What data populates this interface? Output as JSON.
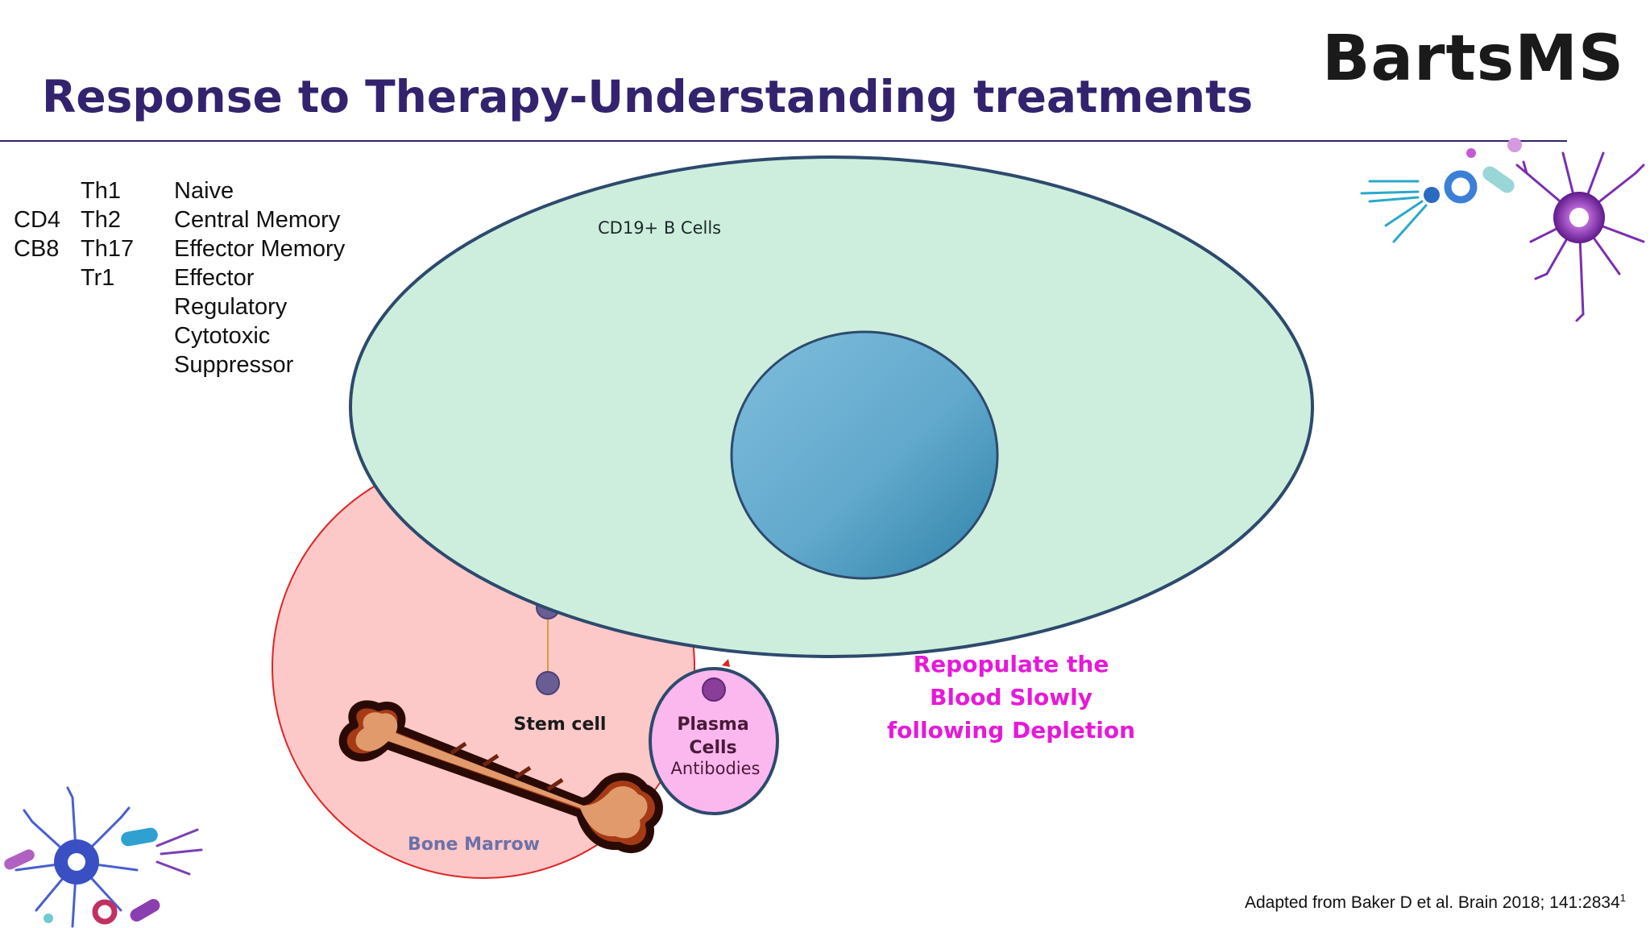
{
  "logo": "BartsMS",
  "title": "Response to Therapy-Understanding treatments",
  "cell_types": {
    "col1": [
      "",
      "CD4",
      "CB8",
      ""
    ],
    "col2": [
      "Th1",
      "Th2",
      "Th17",
      "Tr1"
    ],
    "col3": [
      "Naive",
      "Central Memory",
      "Effector Memory",
      "Effector",
      "Regulatory",
      "Cytotoxic",
      "Suppressor"
    ]
  },
  "diagram": {
    "b_cells_label": "CD19+ B  Cells",
    "stem_cell_label": "Stem cell",
    "plasma_label_1": "Plasma",
    "plasma_label_2": "Cells",
    "antibodies_label": "Antibodies",
    "bone_marrow_label": "Bone Marrow",
    "repopulate_lines": [
      "Repopulate the",
      "Blood Slowly",
      "following Depletion"
    ]
  },
  "citation": {
    "text": "Adapted from Baker D et al. Brain 2018; 141:2834",
    "sup": "1"
  },
  "colors": {
    "title": "#33236e",
    "b_cell_fill": "#cdeedd",
    "nucleus": "#4a98bd",
    "bone_marrow_fill": "#fdc8c8",
    "plasma_fill": "#fbb8ee",
    "repopulate": "#e619d9",
    "bone": "#e19a6c"
  }
}
